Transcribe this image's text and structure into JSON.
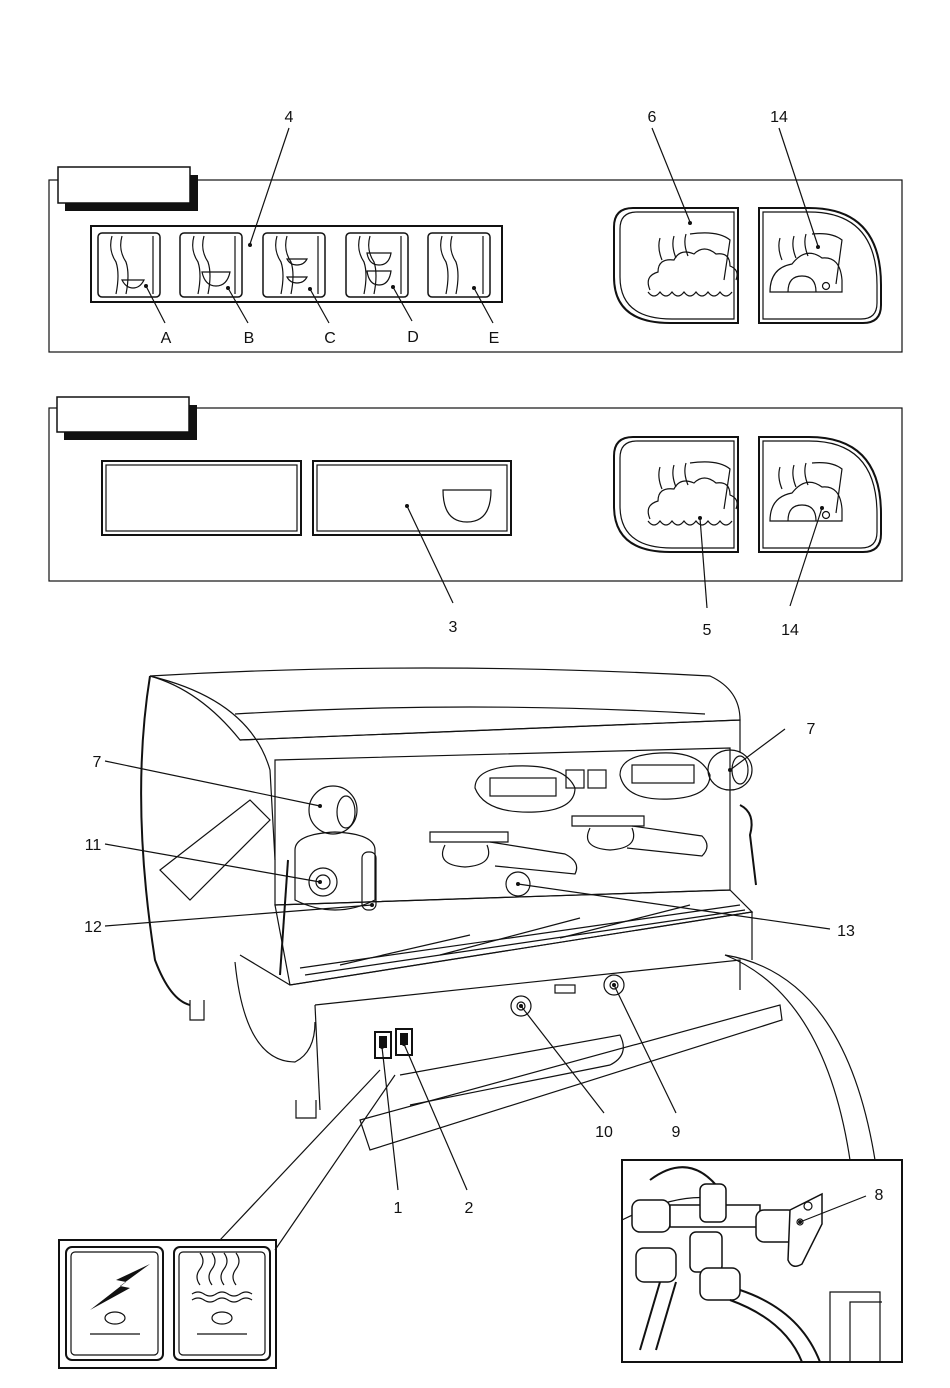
{
  "panel_top": {
    "callouts": [
      "4",
      "6",
      "14"
    ],
    "buttons": [
      "A",
      "B",
      "C",
      "D",
      "E"
    ]
  },
  "panel_bottom": {
    "callouts": [
      "3",
      "5",
      "14"
    ]
  },
  "machine": {
    "callouts_left": [
      "7",
      "11",
      "12"
    ],
    "callouts_right": [
      "7",
      "13"
    ],
    "callouts_bottom": [
      "1",
      "2",
      "10",
      "9"
    ],
    "callout_detail": "8"
  },
  "icons": [
    "single-cup-small-icon",
    "single-cup-large-icon",
    "two-cups-small-icon",
    "two-cups-large-icon",
    "continuous-dose-icon",
    "steam-icon",
    "hot-water-icon",
    "power-switch-icon",
    "heating-switch-icon"
  ]
}
